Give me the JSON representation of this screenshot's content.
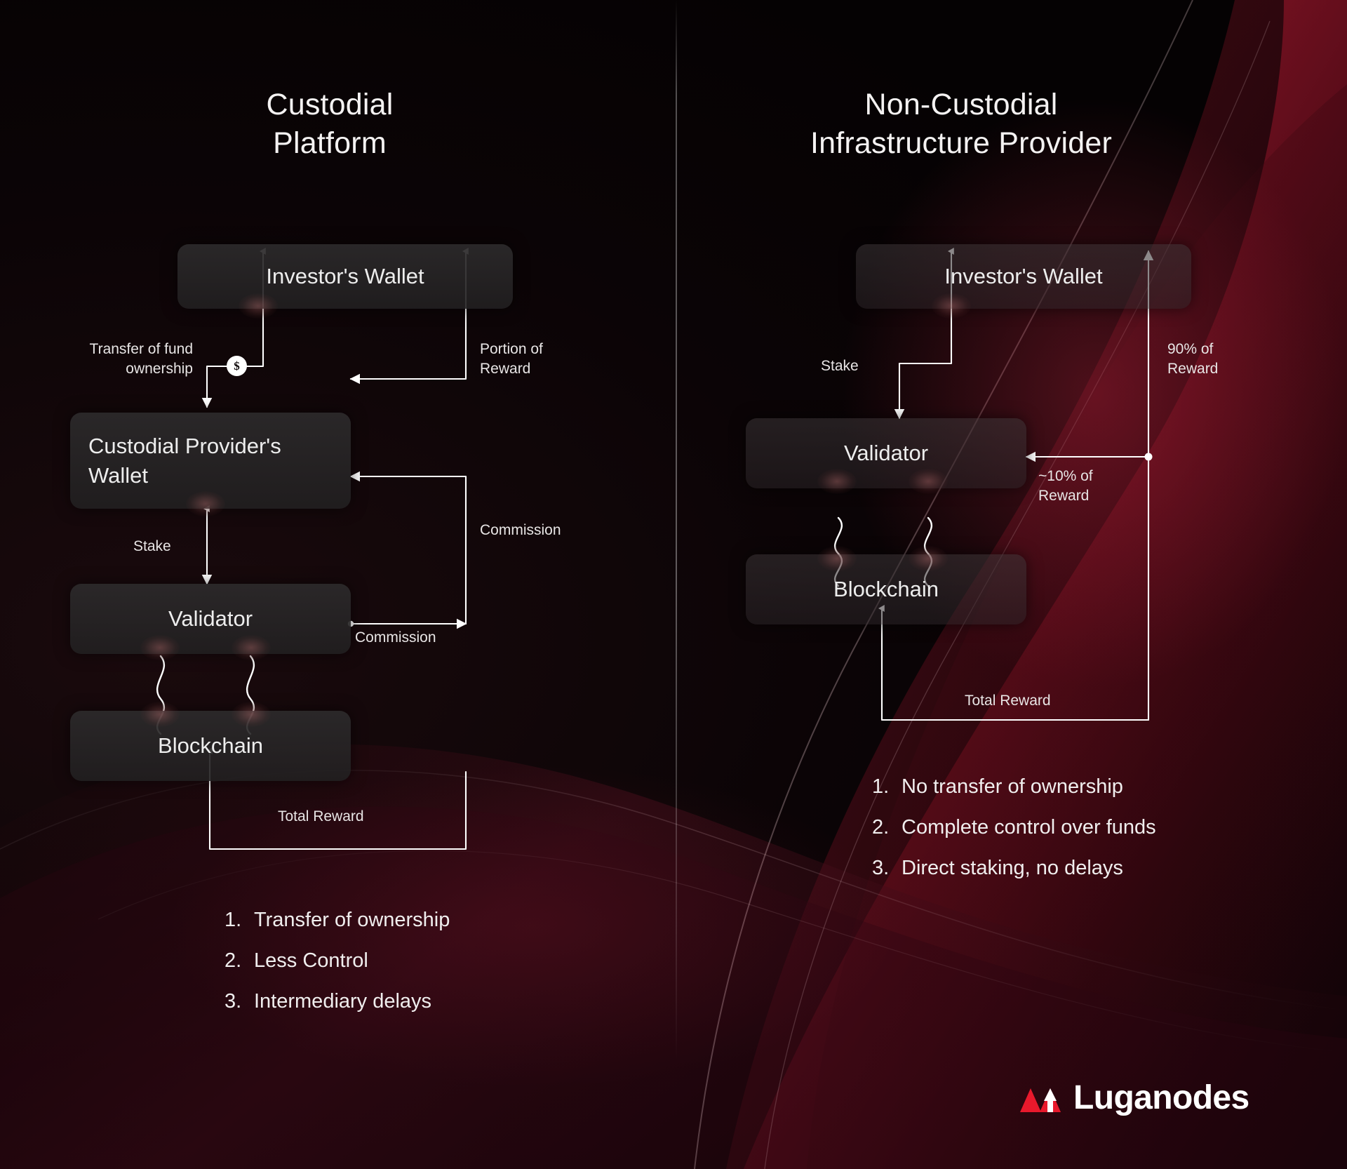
{
  "panels": {
    "left": {
      "title": "Custodial\nPlatform",
      "nodes": {
        "investor_wallet": "Investor's Wallet",
        "custodial_wallet": "Custodial Provider's Wallet",
        "validator": "Validator",
        "blockchain": "Blockchain"
      },
      "edges": {
        "transfer_of_fund_ownership": "Transfer of fund\nownership",
        "portion_of_reward": "Portion of\nReward",
        "commission_top": "Commission",
        "stake": "Stake",
        "commission_bottom": "Commission",
        "total_reward": "Total Reward"
      },
      "money_badge": "$",
      "list": [
        {
          "index": "1.",
          "text": "Transfer of ownership"
        },
        {
          "index": "2.",
          "text": "Less Control"
        },
        {
          "index": "3.",
          "text": "Intermediary delays"
        }
      ]
    },
    "right": {
      "title": "Non-Custodial\nInfrastructure Provider",
      "nodes": {
        "investor_wallet": "Investor's Wallet",
        "validator": "Validator",
        "blockchain": "Blockchain"
      },
      "edges": {
        "stake": "Stake",
        "ninety_percent_of_reward": "90% of\nReward",
        "ten_percent_of_reward": "~10% of\nReward",
        "total_reward": "Total Reward"
      },
      "list": [
        {
          "index": "1.",
          "text": "No transfer of ownership"
        },
        {
          "index": "2.",
          "text": "Complete control over funds"
        },
        {
          "index": "3.",
          "text": "Direct staking, no delays"
        }
      ]
    }
  },
  "brand": {
    "name": "Luganodes",
    "mark_color": "#E8192C",
    "mark_color_dark": "#B9101F"
  },
  "theme": {
    "background": "#050203",
    "accent_red": "#7a1123",
    "node_fill": "#2b292a",
    "text": "#f0eeee",
    "wire": "#ffffff"
  }
}
